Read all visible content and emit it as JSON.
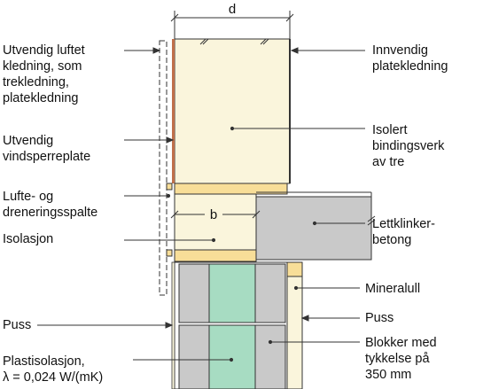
{
  "dimension_labels": {
    "d": "d",
    "b": "b"
  },
  "labels": {
    "outer_cladding": "Utvendig luftet\nkledning, som\ntrekledning,\nplatekledning",
    "wind_barrier": "Utvendig\nvindsperreplate",
    "vent_gap": "Lufte- og\ndreneringsspalte",
    "insulation": "Isolasjon",
    "plaster_left": "Puss",
    "plastic_insulation": "Plastisolasjon,\nλ = 0,024 W/(mK)",
    "inner_cladding": "Innvendig\nplatekledning",
    "insulated_frame": "Isolert\nbindingsverk\nav tre",
    "lightweight_concrete": "Lettklinker-\nbetong",
    "mineral_wool": "Mineralull",
    "plaster_right": "Puss",
    "blocks": "Blokker med\ntykkelse på\n350 mm"
  },
  "colors": {
    "insulation_fill": "#faf5dc",
    "timber": "#f8de98",
    "concrete": "#c9c9c9",
    "plastic_insulation": "#a7dcc2",
    "wind_barrier": "#c0704a",
    "stroke": "#333333"
  }
}
